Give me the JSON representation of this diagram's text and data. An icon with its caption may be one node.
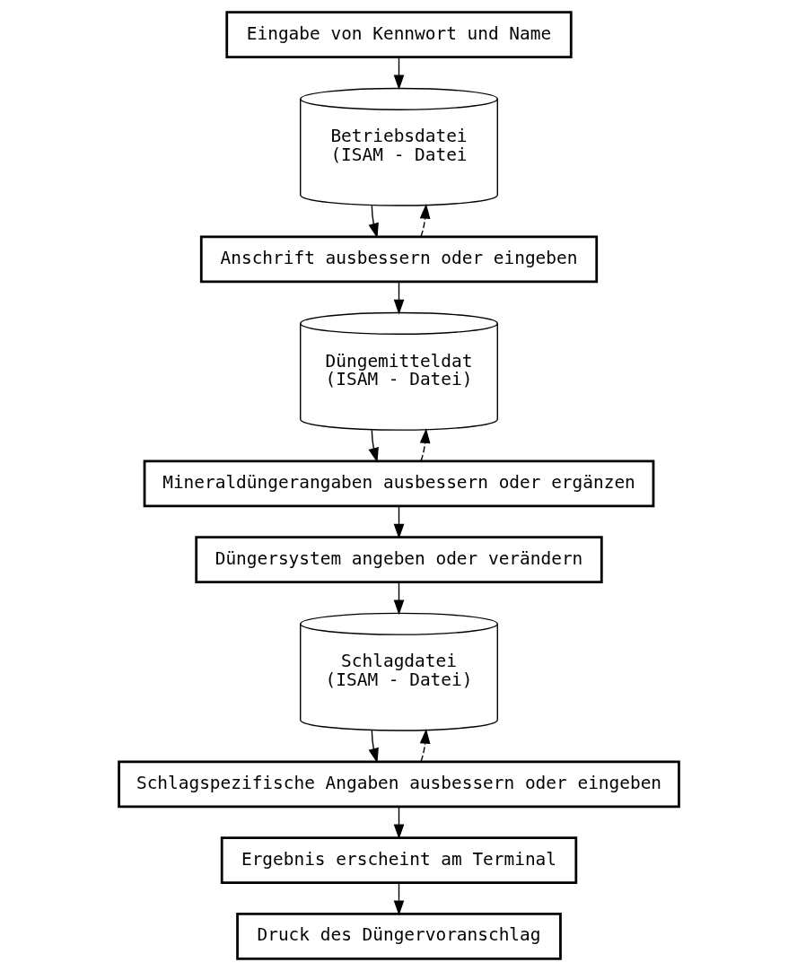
{
  "diagram": {
    "nodes": [
      {
        "text": [
          "Eingabe von Kennwort und Name"
        ]
      },
      {
        "text": [
          "Betriebsdatei",
          "(ISAM - Datei"
        ]
      },
      {
        "text": [
          "Anschrift ausbessern oder eingeben"
        ]
      },
      {
        "text": [
          "Düngemitteldat",
          "(ISAM - Datei)"
        ]
      },
      {
        "text": [
          "Mineraldüngerangaben ausbessern oder ergänzen"
        ]
      },
      {
        "text": [
          "Düngersystem angeben oder verändern"
        ]
      },
      {
        "text": [
          "Schlagdatei",
          "(ISAM - Datei)"
        ]
      },
      {
        "text": [
          "Schlagspezifische Angaben ausbessern oder eingeben"
        ]
      },
      {
        "text": [
          "Ergebnis erscheint am Terminal"
        ]
      },
      {
        "text": [
          "Druck des Düngervoranschlag"
        ]
      }
    ],
    "edges": [
      {
        "from": 0,
        "to": 1,
        "arrow": "to"
      },
      {
        "from": 1,
        "to": 2,
        "arrow": "to"
      },
      {
        "from": 2,
        "to": 1,
        "arrow": "to",
        "style": "dashed"
      },
      {
        "from": 2,
        "to": 3,
        "arrow": "to"
      },
      {
        "from": 3,
        "to": 4,
        "arrow": "to"
      },
      {
        "from": 4,
        "to": 3,
        "arrow": "to",
        "style": "dashed"
      },
      {
        "from": 4,
        "to": 5,
        "arrow": "to"
      },
      {
        "from": 5,
        "to": 6,
        "arrow": "to"
      },
      {
        "from": 6,
        "to": 7,
        "arrow": "to"
      },
      {
        "from": 7,
        "to": 6,
        "arrow": "to",
        "style": "dashed"
      },
      {
        "from": 7,
        "to": 8,
        "arrow": "to"
      },
      {
        "from": 8,
        "to": 9,
        "arrow": "to"
      }
    ]
  }
}
